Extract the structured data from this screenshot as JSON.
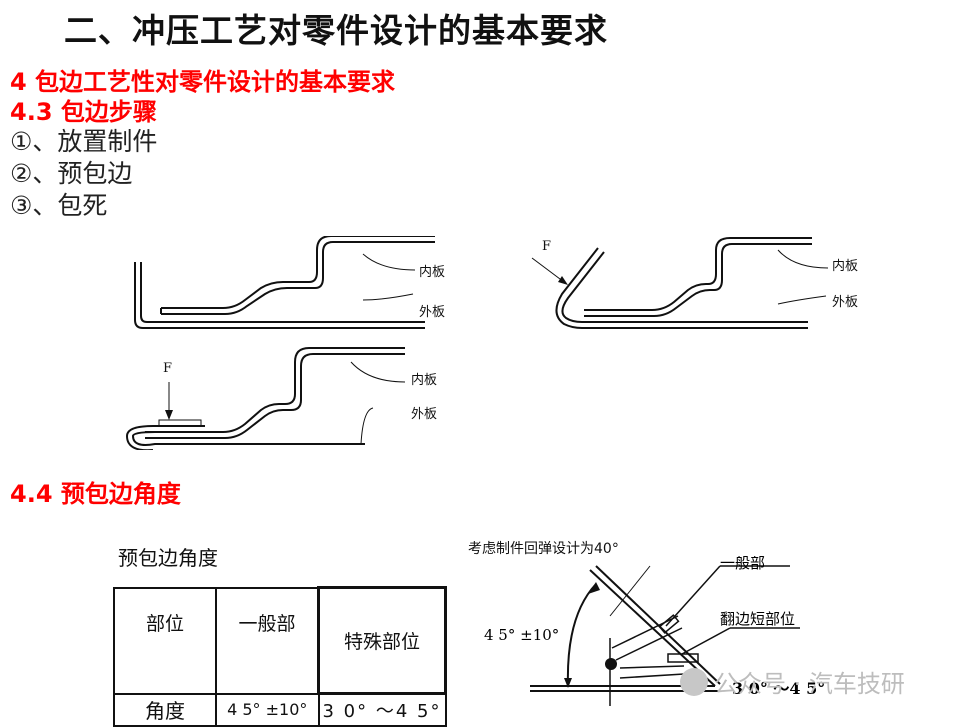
{
  "title": "二、冲压工艺对零件设计的基本要求",
  "section4": "4 包边工艺性对零件设计的基本要求",
  "section43": "4.3 包边步骤",
  "steps": [
    "①、放置制件",
    "②、预包边",
    "③、包死"
  ],
  "diagram_labels": {
    "inner": "内板",
    "outer": "外板",
    "force": "F"
  },
  "section44": "4.4 预包边角度",
  "table": {
    "caption": "预包边角度",
    "headers": [
      "部位",
      "一般部",
      "特殊部位"
    ],
    "row": [
      "角度",
      "4 5° ±10°",
      "3 0° ～4 5°"
    ]
  },
  "angle_diagram": {
    "note": "考虑制件回弹设计为40°",
    "general_label": "一般部",
    "short_label": "翻边短部位",
    "angle_label": "4 5° ±10°",
    "range_label": "3 0° ～4 5°"
  },
  "watermark": {
    "text": "公众号 · 汽车技研"
  },
  "colors": {
    "heading_red": "#ff0000",
    "text": "#111111",
    "watermark": "#bdbdbd"
  }
}
